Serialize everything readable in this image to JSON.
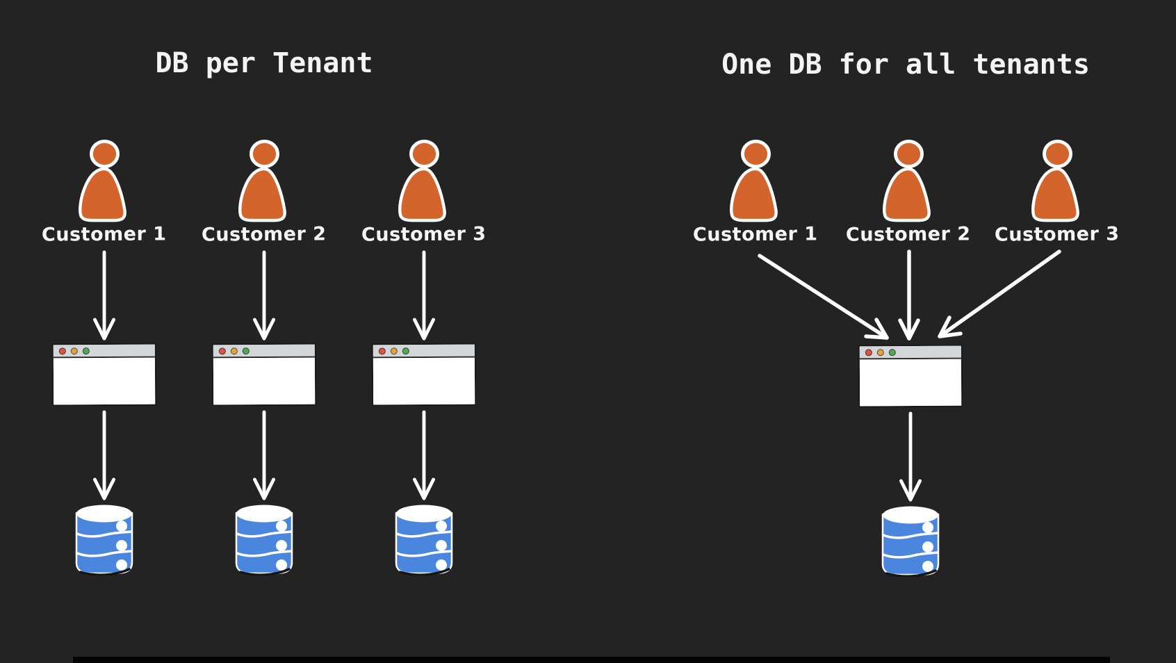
{
  "left_diagram": {
    "title": "DB per Tenant",
    "customers": [
      "Customer 1",
      "Customer 2",
      "Customer 3"
    ]
  },
  "right_diagram": {
    "title": "One DB for all tenants",
    "customers": [
      "Customer 1",
      "Customer 2",
      "Customer 3"
    ]
  },
  "icons": {
    "person": "person-icon",
    "browser_window": "browser-window-icon",
    "database": "database-icon",
    "arrow": "arrow-down-icon"
  },
  "colors": {
    "canvas_bg": "#242323",
    "title_color": "#f4f4f4",
    "person_fill": "#d3642c",
    "database_fill": "#4a86de",
    "window_titlebar": "#d3d7da",
    "window_dot_red": "#d6564b",
    "window_dot_yellow": "#e1a33c",
    "window_dot_green": "#53a757",
    "stroke": "#ffffff"
  }
}
